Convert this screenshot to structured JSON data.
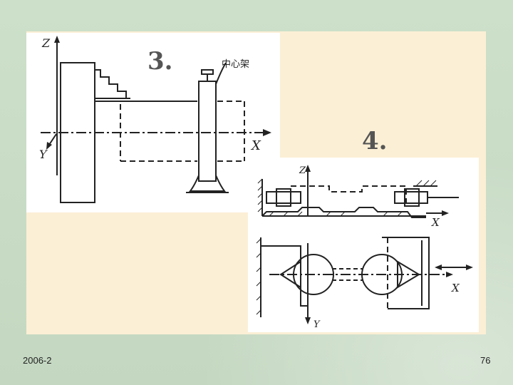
{
  "figure3": {
    "number": "3.",
    "axis_z": "Z",
    "axis_x": "X",
    "axis_y": "Y",
    "callout": "中心架"
  },
  "figure4": {
    "number": "4.",
    "axis_z": "Z",
    "axis_x_top": "X",
    "axis_x_bottom": "X",
    "axis_y": "Y"
  },
  "footer": {
    "date": "2006-2",
    "page": "76"
  },
  "colors": {
    "background": "#c9dcc6",
    "panel": "#fbefd5",
    "ink": "#222222"
  }
}
